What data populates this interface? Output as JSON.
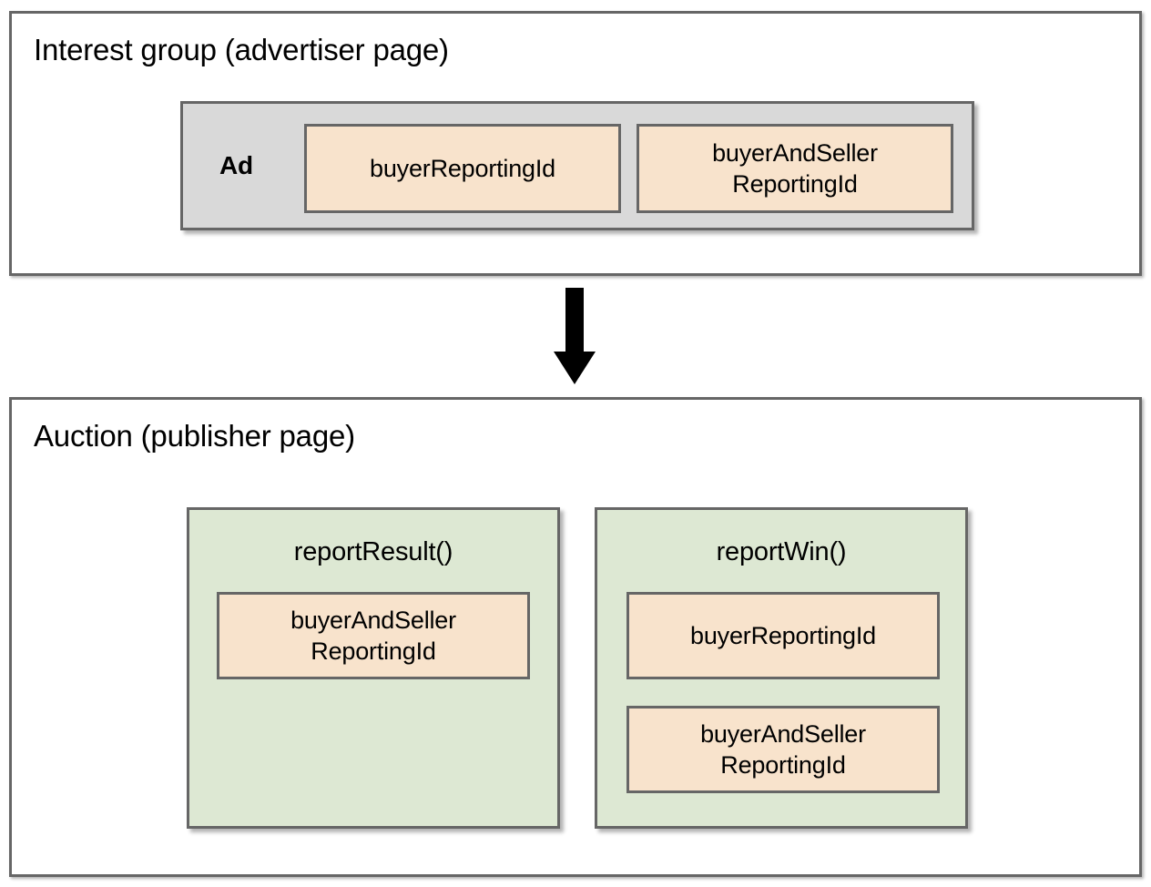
{
  "diagram": {
    "title_top": "Interest group (advertiser page)",
    "title_bottom": "Auction (publisher page)",
    "arrow_icon": "down-arrow-icon",
    "colors": {
      "panel_border": "#666666",
      "ad_container_fill": "#D9D9D9",
      "reporting_id_fill": "#F8E3CC",
      "function_box_fill": "#DDE8D3",
      "arrow_fill": "#000000",
      "background": "#FFFFFF",
      "text": "#000000"
    }
  },
  "interest_group": {
    "title": "Interest group (advertiser page)",
    "ad": {
      "label": "Ad",
      "reporting_ids": [
        {
          "label": "buyerReportingId"
        },
        {
          "label": "buyerAndSeller\nReportingId",
          "line1": "buyerAndSeller",
          "line2": "ReportingId"
        }
      ]
    }
  },
  "auction": {
    "title": "Auction (publisher page)",
    "functions": [
      {
        "name": "reportResult()",
        "reporting_ids": [
          {
            "line1": "buyerAndSeller",
            "line2": "ReportingId"
          }
        ]
      },
      {
        "name": "reportWin()",
        "reporting_ids": [
          {
            "line1": "buyerReportingId",
            "line2": ""
          },
          {
            "line1": "buyerAndSeller",
            "line2": "ReportingId"
          }
        ]
      }
    ]
  }
}
